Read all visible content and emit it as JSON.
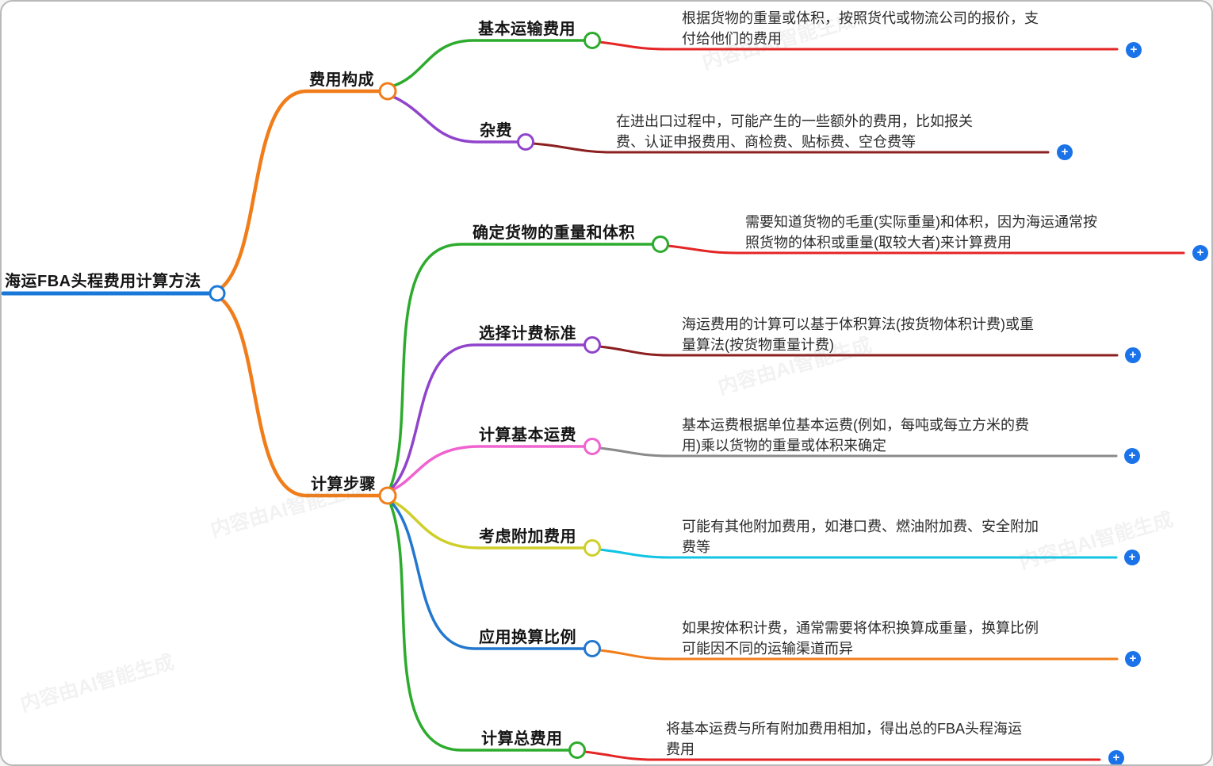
{
  "watermark": "内容由AI智能生成",
  "plus_label": "+",
  "root": {
    "label": "海运FBA头程费用计算方法"
  },
  "branches": [
    {
      "label": "费用构成",
      "color": "#f07d1a",
      "children": [
        {
          "label": "基本运输费用",
          "color": "#2cab2c",
          "detail": "根据货物的重量或体积，按照货代或物流公司的报价，支付给他们的费用"
        },
        {
          "label": "杂费",
          "color": "#9044cc",
          "detail": "在进出口过程中，可能产生的一些额外的费用，比如报关费、认证申报费用、商检费、贴标费、空仓费等"
        }
      ]
    },
    {
      "label": "计算步骤",
      "color": "#f07d1a",
      "children": [
        {
          "label": "确定货物的重量和体积",
          "color": "#2cab2c",
          "detail": "需要知道货物的毛重(实际重量)和体积，因为海运通常按照货物的体积或重量(取较大者)来计算费用"
        },
        {
          "label": "选择计费标准",
          "color": "#9044cc",
          "detail": "海运费用的计算可以基于体积算法(按货物体积计费)或重量算法(按货物重量计费)"
        },
        {
          "label": "计算基本运费",
          "color": "#ef62cf",
          "detail": "基本运费根据单位基本运费(例如，每吨或每立方米的费用)乘以货物的重量或体积来确定"
        },
        {
          "label": "考虑附加费用",
          "color": "#cfcf2a",
          "detail": "可能有其他附加费用，如港口费、燃油附加费、安全附加费等"
        },
        {
          "label": "应用换算比例",
          "color": "#2277cf",
          "detail": "如果按体积计费，通常需要将体积换算成重量，换算比例可能因不同的运输渠道而异"
        },
        {
          "label": "计算总费用",
          "color": "#2cab2c",
          "detail": "将基本运费与所有附加费用相加，得出总的FBA头程海运费用"
        }
      ]
    }
  ],
  "colors": {
    "root_line": "#1a78d8",
    "orange": "#f07d1a",
    "green": "#2cab2c",
    "purple": "#9044cc",
    "pink": "#ef62cf",
    "yellow": "#cfcf2a",
    "blue": "#2277cf",
    "cyan": "#12c4e4",
    "red": "#e42525",
    "dark_red": "#8c2020",
    "gray": "#8a8a8a",
    "plus_button": "#1a73e8"
  }
}
